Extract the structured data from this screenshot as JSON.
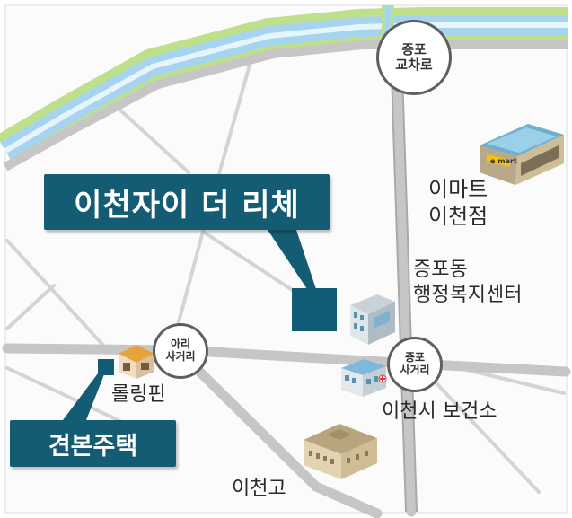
{
  "labels": {
    "main_complex": "이천자이 더 리체",
    "sub_area": "견본주택"
  },
  "intersections": {
    "jeungpo_ic": {
      "line1": "증포",
      "line2": "교차로"
    },
    "ari": {
      "line1": "아리",
      "line2": "사거리"
    },
    "jeungpo_sa": {
      "line1": "증포",
      "line2": "사거리"
    }
  },
  "places": {
    "emart": {
      "line1": "이마트",
      "line2": "이천점"
    },
    "office": {
      "line1": "증포동",
      "line2": "행정복지센터"
    },
    "rolling": "롤링핀",
    "health": "이천시 보건소",
    "highschool": "이천고"
  },
  "signage": {
    "emart_sign": "e mart"
  },
  "colors": {
    "label_bg": "#145c73",
    "marker": "#0f5c74",
    "road": "#c9c9c9",
    "river_blue": "#a6d3ee",
    "river_green": "#bfe08a"
  },
  "icons": [
    "emart-building-icon",
    "office-building-icon",
    "bakery-building-icon",
    "health-center-icon",
    "highschool-building-icon"
  ]
}
